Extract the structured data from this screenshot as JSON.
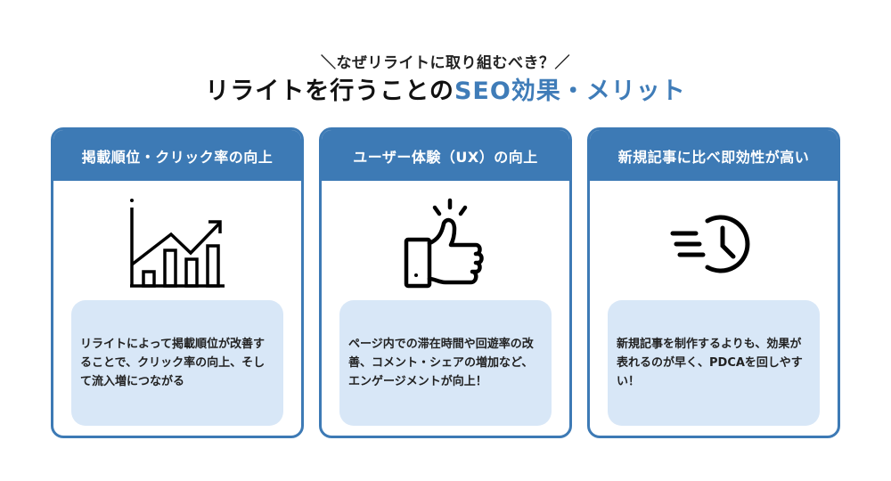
{
  "header": {
    "subtitle": "＼なぜリライトに取り組むべき？／",
    "title_plain": "リライトを行うことの",
    "title_accent": "SEO効果・メリット"
  },
  "colors": {
    "accent": "#3d7ab5",
    "desc_bg": "#d8e7f7",
    "text": "#1a1a1a"
  },
  "cards": [
    {
      "heading": "掲載順位・クリック率の向上",
      "icon": "growth-chart-icon",
      "description": "リライトによって掲載順位が改善することで、クリック率の向上、そして流入増につながる"
    },
    {
      "heading": "ユーザー体験（UX）の向上",
      "icon": "thumbs-up-icon",
      "description": "ページ内での滞在時間や回遊率の改善、コメント・シェアの増加など、エンゲージメントが向上！"
    },
    {
      "heading": "新規記事に比べ即効性が高い",
      "icon": "fast-clock-icon",
      "description": "新規記事を制作するよりも、効果が表れるのが早く、PDCAを回しやすい！"
    }
  ]
}
